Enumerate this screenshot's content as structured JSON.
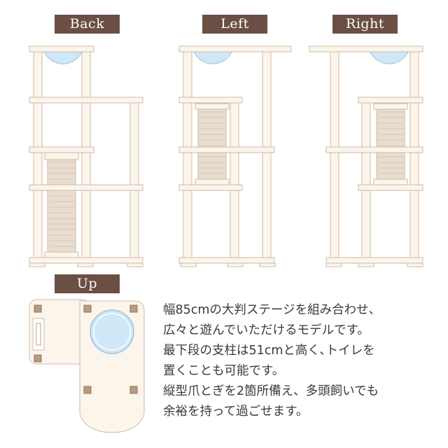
{
  "views": {
    "back": "Back",
    "left": "Left",
    "right": "Right",
    "up": "Up"
  },
  "description": [
    "幅85cmの大判ステージを組み合わせ、",
    "広々と遊んでいただけるモデルです。",
    "最下段の支柱は51cmと高く､トイレを",
    "置くことも可能です。",
    "縦型爪とぎを2箇所備え、多頭飼いでも",
    "余裕を持って過ごせます。"
  ],
  "colors": {
    "label_bg": "#6b4f44",
    "wood_fill": "#fbf5ec",
    "wood_stroke": "#cdbba6",
    "bowl": "#cfe7f6",
    "scratcher": "#e9ddd0"
  }
}
